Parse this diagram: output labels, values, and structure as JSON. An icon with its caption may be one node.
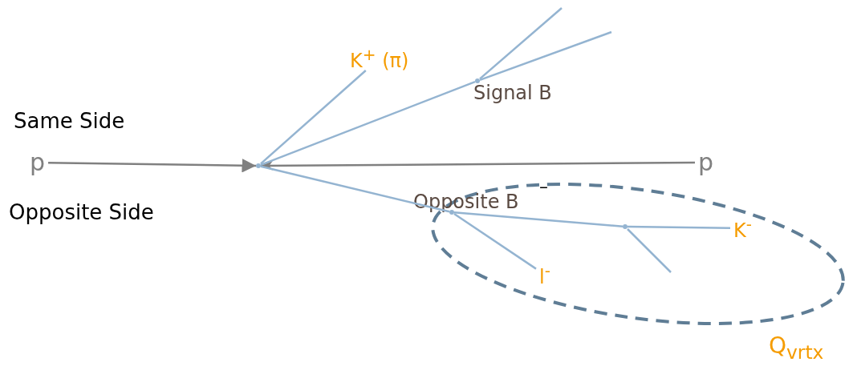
{
  "diagram": {
    "nodes": [
      {
        "text": [
          "p"
        ]
      },
      {
        "text": [],
        "shape": "point"
      },
      {
        "text": [
          "p"
        ]
      },
      {
        "text": [
          "K$^{+}$ (π)"
        ]
      },
      {
        "text": [],
        "shape": "point",
        "beside": [
          "Signal B"
        ]
      },
      {
        "text": [
          "Q$_{vrtx}$"
        ]
      },
      {
        "text": [],
        "shape": "point",
        "beside": [
          "Opposite B"
        ],
        "in": 5
      },
      {
        "text": [
          "l$^{-}$"
        ],
        "in": 5
      },
      {
        "text": [],
        "shape": "point",
        "in": 5
      },
      {
        "text": [
          "K$^{-}$"
        ],
        "in": 5
      }
    ],
    "edges": [
      {
        "from": 0,
        "to": 1,
        "arrow": "to",
        "color": "#808080"
      },
      {
        "from": 2,
        "to": 1,
        "arrow": "to",
        "color": "#808080"
      },
      {
        "from": 1,
        "to": 3,
        "arrow": "none"
      },
      {
        "from": 1,
        "to": 4,
        "arrow": "none"
      },
      {
        "from": 4,
        "to": null,
        "arrow": "none"
      },
      {
        "from": 4,
        "to": null,
        "arrow": "none"
      },
      {
        "from": 1,
        "to": 6,
        "arrow": "none"
      },
      {
        "from": 6,
        "to": 7,
        "arrow": "none"
      },
      {
        "from": 6,
        "to": 8,
        "arrow": "none"
      },
      {
        "from": 8,
        "to": 9,
        "arrow": "none"
      },
      {
        "from": 8,
        "to": null,
        "arrow": "none"
      }
    ],
    "labels": [
      "Same Side",
      "Opposite Side",
      "–"
    ]
  }
}
